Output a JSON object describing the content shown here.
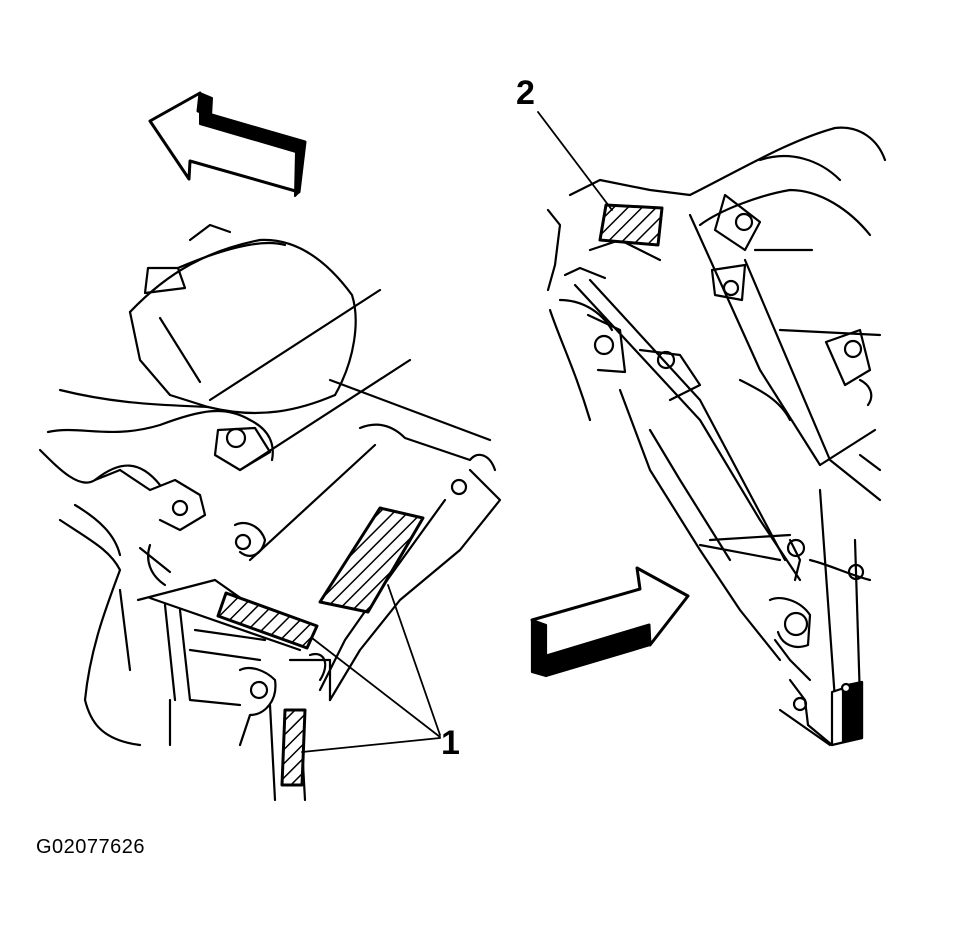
{
  "callouts": [
    {
      "id": "1",
      "label": "1"
    },
    {
      "id": "2",
      "label": "2"
    }
  ],
  "figure_id": "G02077626",
  "colors": {
    "ink": "#000000",
    "paper": "#ffffff",
    "arrow_shade": "#000000"
  },
  "icons": {
    "left_arrow": "arrow-up-left-icon",
    "right_arrow": "arrow-right-icon"
  }
}
